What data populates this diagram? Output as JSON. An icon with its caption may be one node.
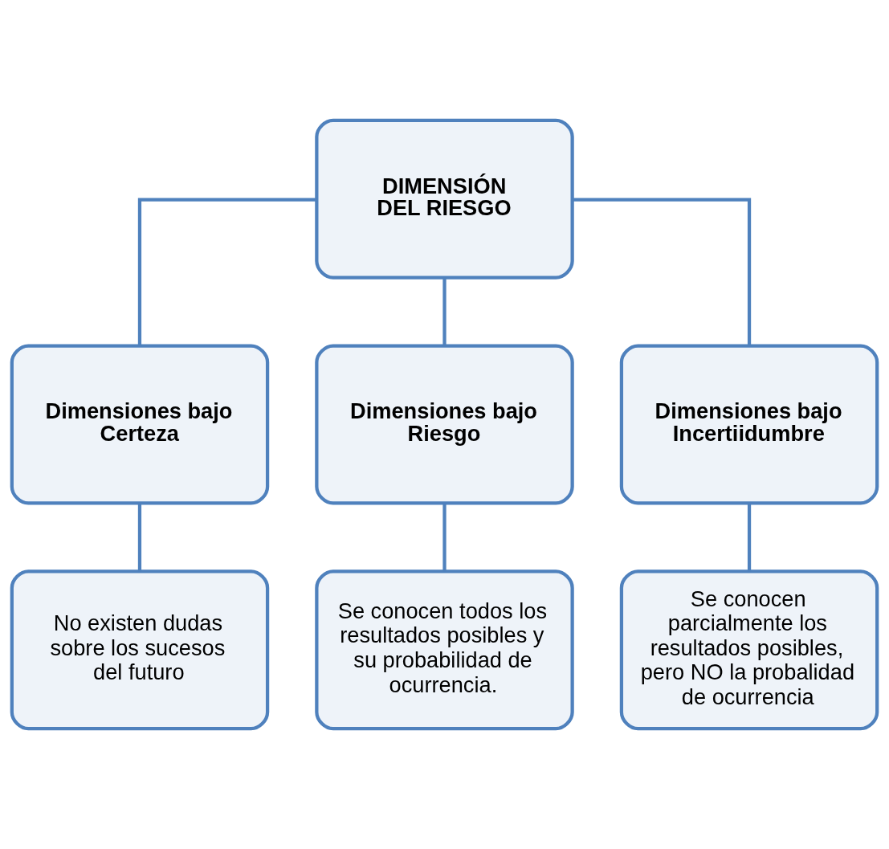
{
  "diagram": {
    "nodes": [
      {
        "text": [
          "DIMENSIÓN DEL RIESGO"
        ]
      },
      {
        "text": [
          "Dimensiones bajo Certeza"
        ]
      },
      {
        "text": [
          "Dimensiones bajo Riesgo"
        ]
      },
      {
        "text": [
          "Dimensiones bajo Incertiidumbre"
        ]
      },
      {
        "text": [
          "No existen dudas sobre los sucesos del futuro"
        ]
      },
      {
        "text": [
          "Se conocen todos los resultados posibles y su probabilidad de ocurrencia."
        ]
      },
      {
        "text": [
          "Se conocen parcialmente los resultados posibles, pero NO la probalidad de ocurrencia"
        ]
      }
    ],
    "edges": [
      {
        "from": 0,
        "to": 1,
        "arrow": "none"
      },
      {
        "from": 0,
        "to": 2,
        "arrow": "none"
      },
      {
        "from": 0,
        "to": 3,
        "arrow": "none"
      },
      {
        "from": 1,
        "to": 4,
        "arrow": "none"
      },
      {
        "from": 2,
        "to": 5,
        "arrow": "none"
      },
      {
        "from": 3,
        "to": 6,
        "arrow": "none"
      }
    ]
  }
}
